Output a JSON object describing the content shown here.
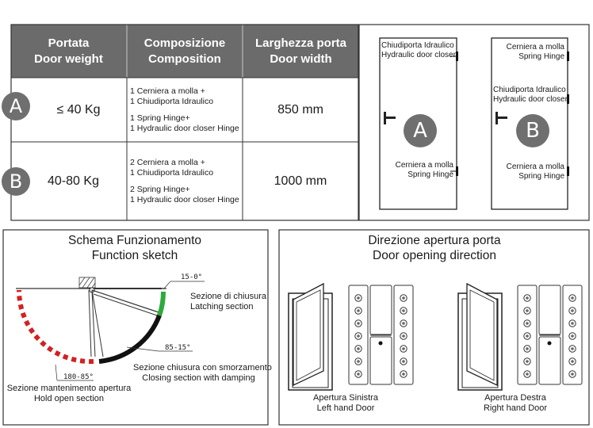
{
  "table": {
    "headers": [
      {
        "it": "Portata",
        "en": "Door weight"
      },
      {
        "it": "Composizione",
        "en": "Composition"
      },
      {
        "it": "Larghezza porta",
        "en": "Door width"
      }
    ],
    "rows": [
      {
        "badge": "A",
        "weight": "≤ 40 Kg",
        "composition": [
          "1 Cerniera a molla +",
          "1 Chiudiporta Idraulico",
          "",
          "1 Spring Hinge+",
          "1 Hydraulic door closer Hinge"
        ],
        "width": "850 mm"
      },
      {
        "badge": "B",
        "weight": "40-80 Kg",
        "composition": [
          "2 Cerniera a molla +",
          "1 Chiudiporta Idraulico",
          "",
          "2 Spring Hinge+",
          "1 Hydraulic door closer Hinge"
        ],
        "width": "1000 mm"
      }
    ]
  },
  "door_a": {
    "badge": "A",
    "closer_it": "Chiudiporta Idraulico",
    "closer_en": "Hydraulic door closer",
    "spring_it": "Cerniera a molla",
    "spring_en": "Spring Hinge"
  },
  "door_b": {
    "badge": "B",
    "spring_top_it": "Cerniera a molla",
    "spring_top_en": "Spring Hinge",
    "closer_it": "Chiudiporta Idraulico",
    "closer_en": "Hydraulic door closer",
    "spring_bottom_it": "Cerniera a molla",
    "spring_bottom_en": "Spring Hinge"
  },
  "sketch": {
    "title_it": "Schema Funzionamento",
    "title_en": "Function sketch",
    "angle_latch": "15-0°",
    "latch_it": "Sezione di chiusura",
    "latch_en": "Latching section",
    "angle_closing": "85-15°",
    "closing_it": "Sezione chiusura con smorzamento",
    "closing_en": "Closing section with damping",
    "angle_hold": "180-85°",
    "hold_it": "Sezione mantenimento apertura",
    "hold_en": "Hold open section",
    "colors": {
      "latch": "#2eaa3c",
      "closing": "#111111",
      "hold": "#d42020"
    }
  },
  "direction": {
    "title_it": "Direzione apertura porta",
    "title_en": "Door opening direction",
    "left_it": "Apertura Sinistra",
    "left_en": "Left hand Door",
    "right_it": "Apertura Destra",
    "right_en": "Right hand Door"
  }
}
